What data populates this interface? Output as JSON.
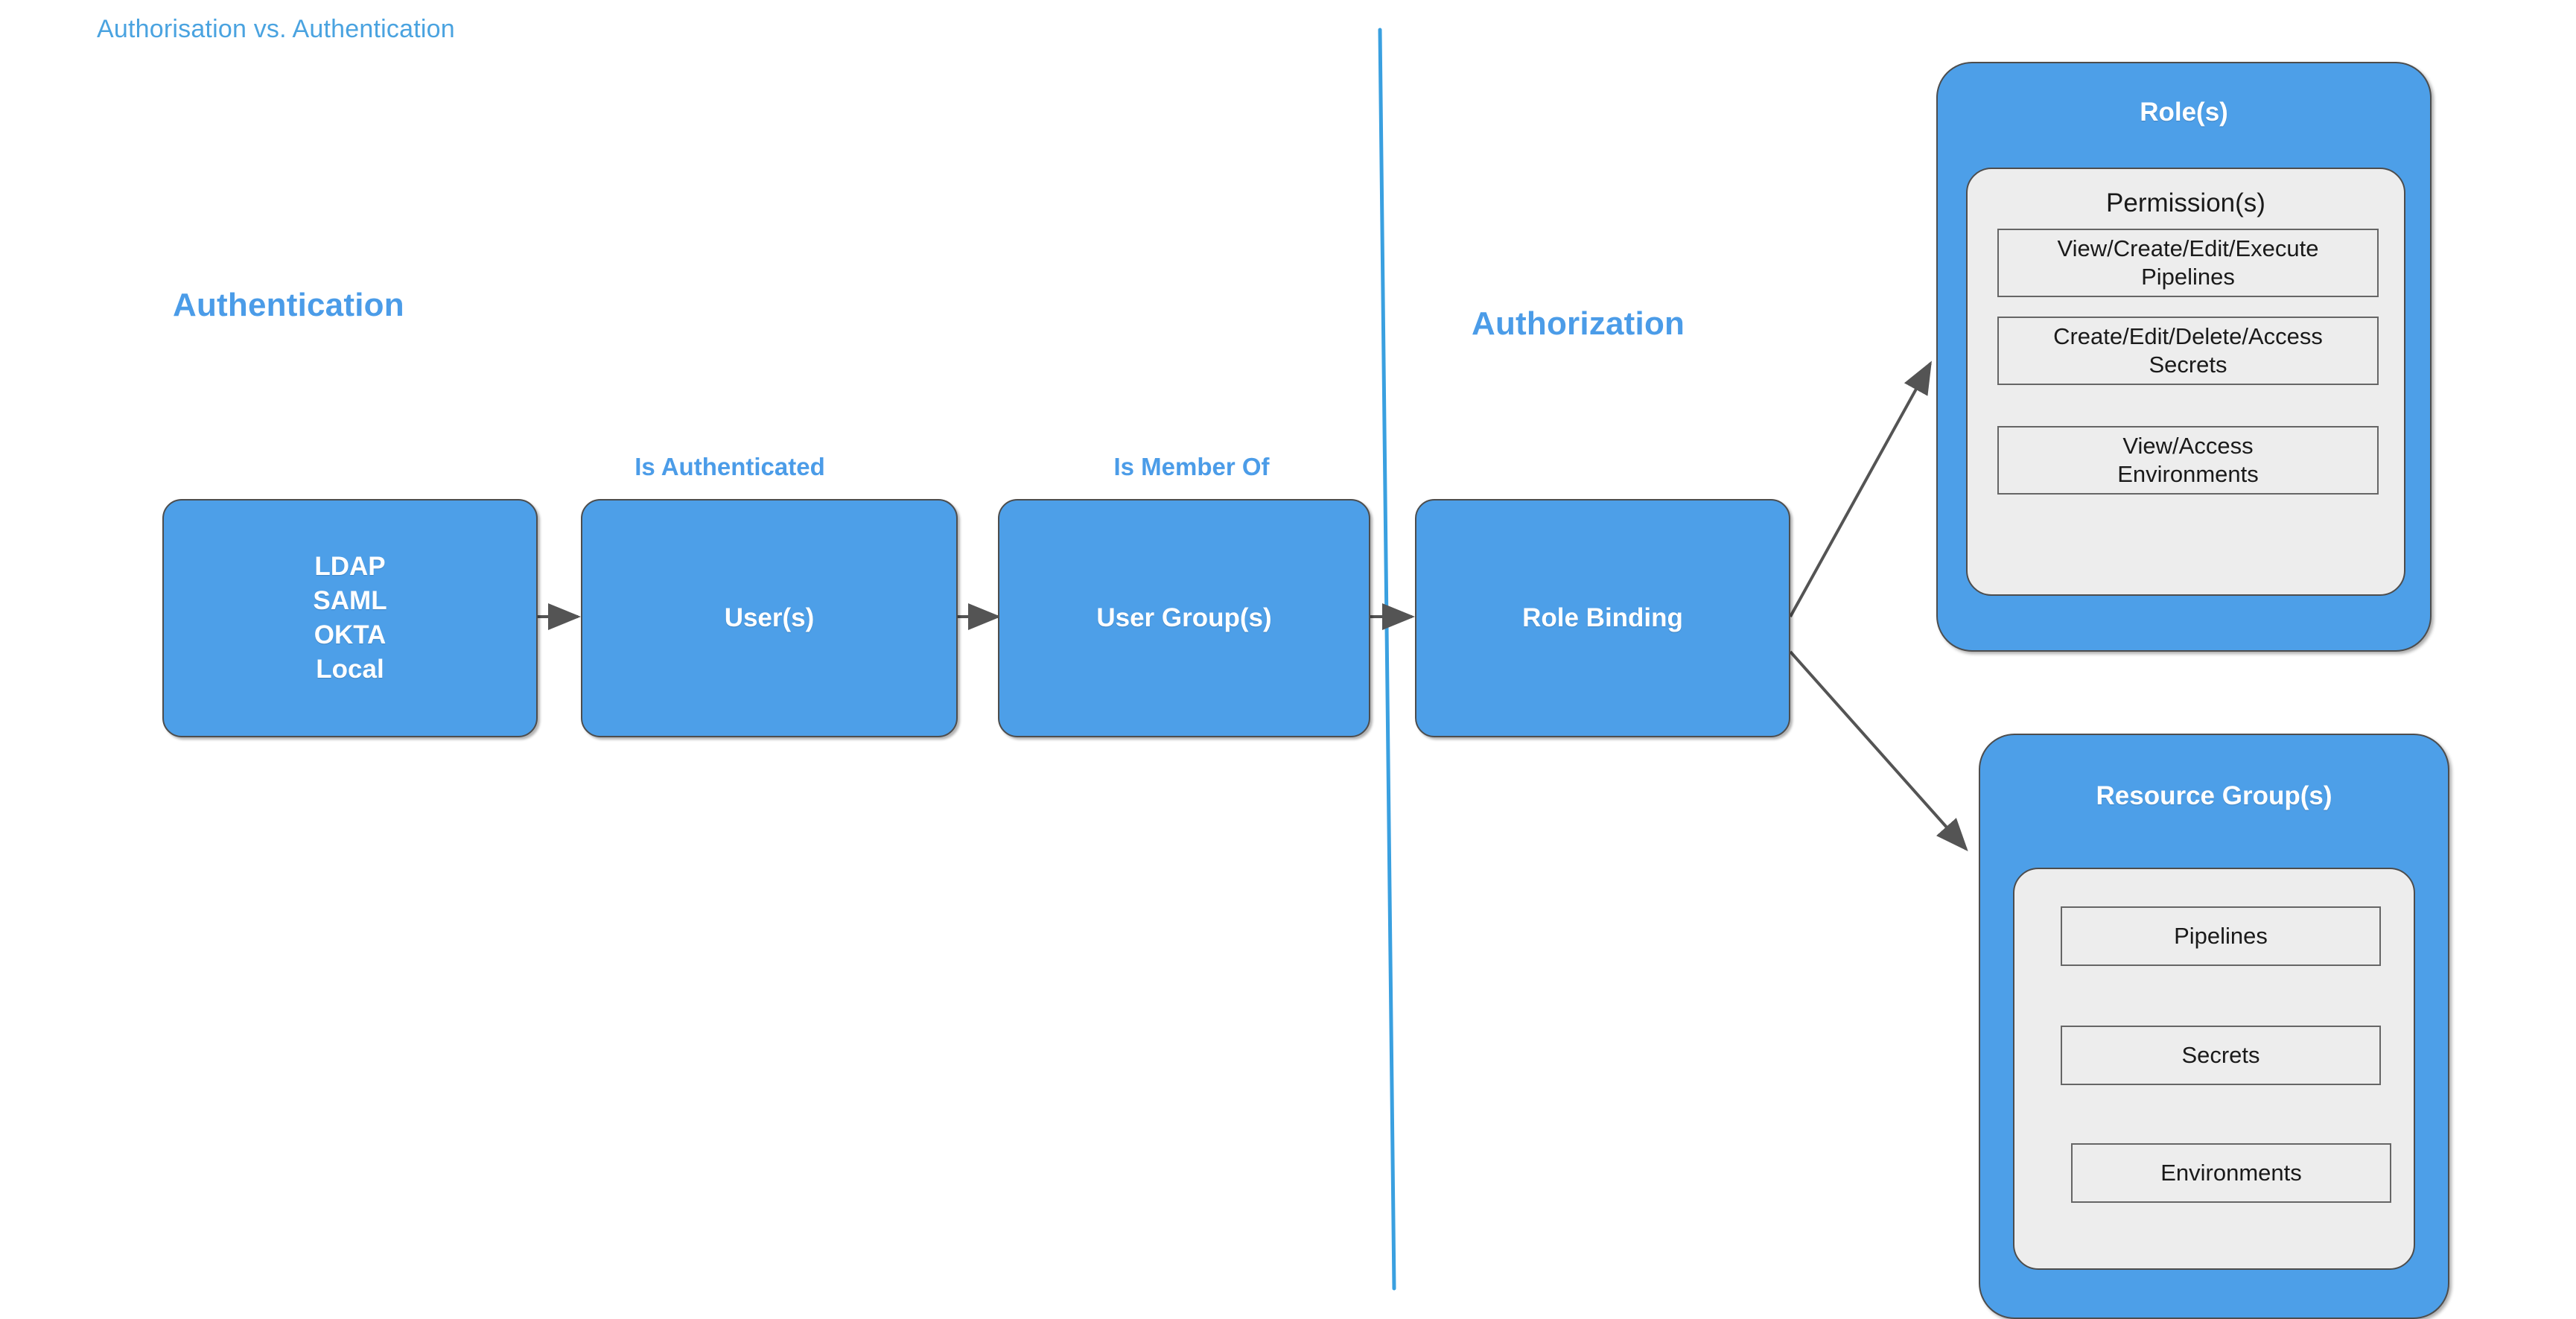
{
  "diagram": {
    "title": "Authorisation vs. Authentication",
    "accent_blue": "#4b9ce8",
    "box_fill": "#4d9fe8",
    "panel_gray": "#ededed",
    "stroke": "#4d4d4d",
    "divider_color": "#3aa0e0"
  },
  "sections": {
    "left_heading": "Authentication",
    "right_heading": "Authorization"
  },
  "flow": {
    "providers_box": {
      "label": "LDAP\nSAML\nOKTA\nLocal"
    },
    "users_box": {
      "label": "User(s)"
    },
    "user_groups_box": {
      "label": "User Group(s)"
    },
    "role_binding_box": {
      "label": "Role Binding"
    },
    "edge_labels": {
      "is_authenticated": "Is Authenticated",
      "is_member_of": "Is Member Of"
    }
  },
  "roles_panel": {
    "title": "Role(s)",
    "inner_title": "Permission(s)",
    "permissions": [
      "View/Create/Edit/Execute\nPipelines",
      "Create/Edit/Delete/Access\nSecrets",
      "View/Access\nEnvironments"
    ]
  },
  "resource_groups_panel": {
    "title": "Resource Group(s)",
    "resources": [
      "Pipelines",
      "Secrets",
      "Environments"
    ]
  }
}
